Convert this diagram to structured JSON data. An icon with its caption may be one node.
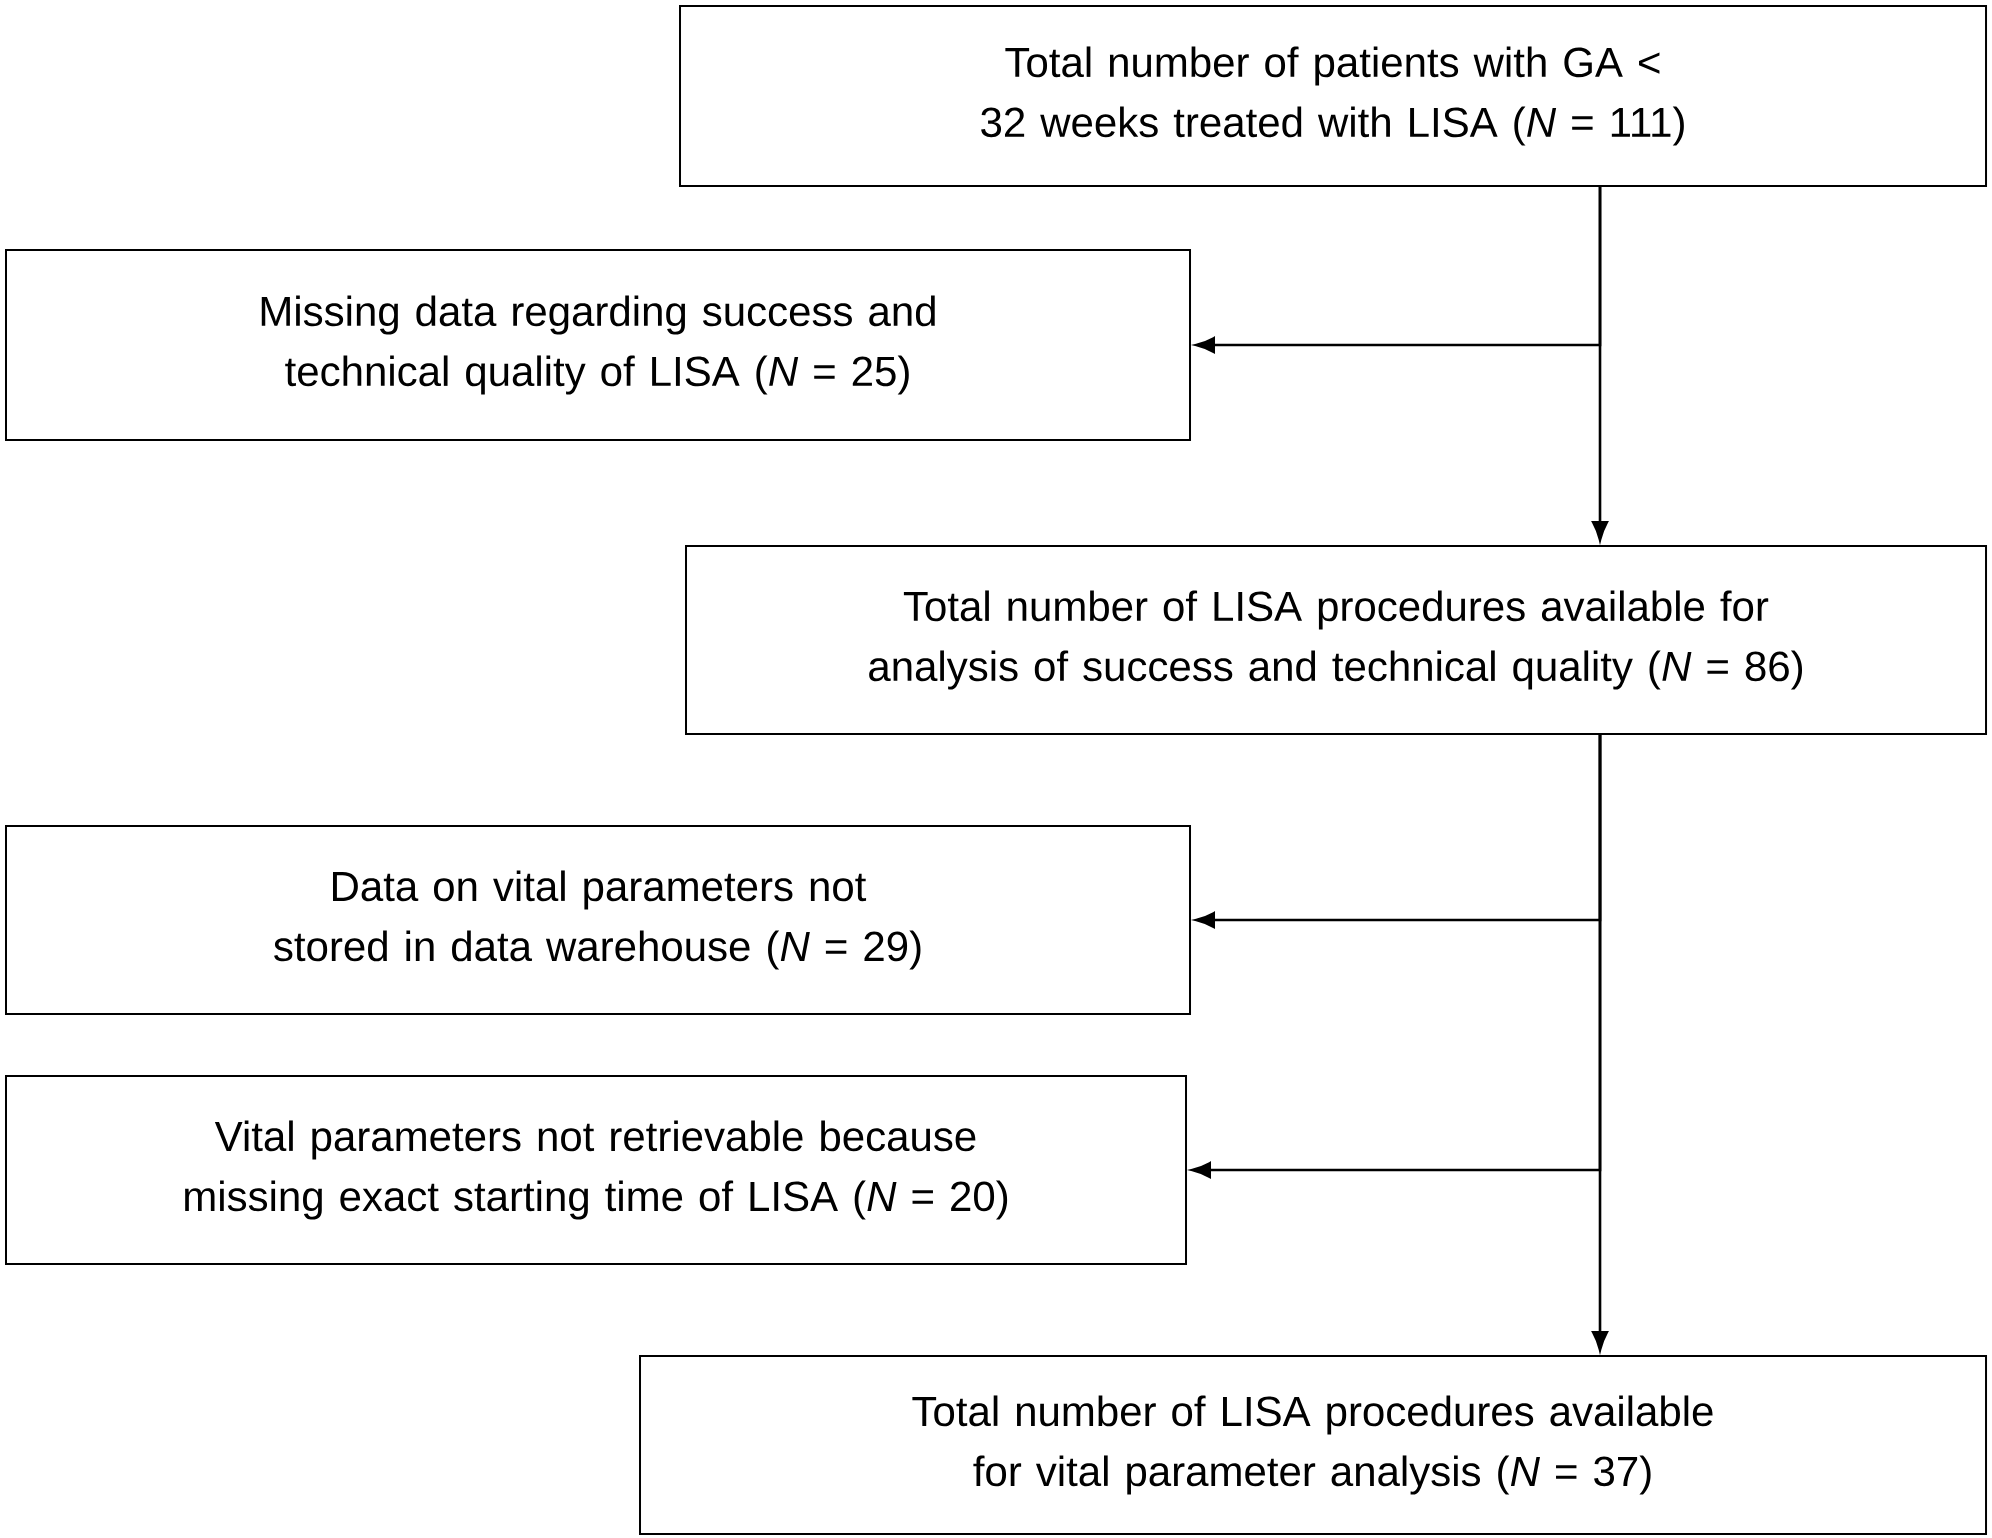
{
  "diagram": {
    "nodes": [
      {
        "text": [
          "Total number of patients with GA < 32 weeks treated with LISA (*N* = 111)"
        ]
      },
      {
        "text": [
          "Missing data regarding success and technical quality of LISA (*N* = 25)"
        ]
      },
      {
        "text": [
          "Total number of LISA procedures available for analysis of success and technical quality (*N* = 86)"
        ]
      },
      {
        "text": [
          "Data on vital parameters not stored in data warehouse (*N* = 29)"
        ]
      },
      {
        "text": [
          "Vital parameters not retrievable because missing exact starting time of LISA (*N* = 20)"
        ]
      },
      {
        "text": [
          "Total number of LISA procedures available for vital parameter analysis (*N* = 37)"
        ]
      }
    ],
    "edges": [
      {
        "from": 0,
        "to": 1,
        "arrow": "to"
      },
      {
        "from": 0,
        "to": 2,
        "arrow": "to"
      },
      {
        "from": 2,
        "to": 3,
        "arrow": "to"
      },
      {
        "from": 2,
        "to": 4,
        "arrow": "to"
      },
      {
        "from": 2,
        "to": 5,
        "arrow": "to"
      }
    ]
  }
}
